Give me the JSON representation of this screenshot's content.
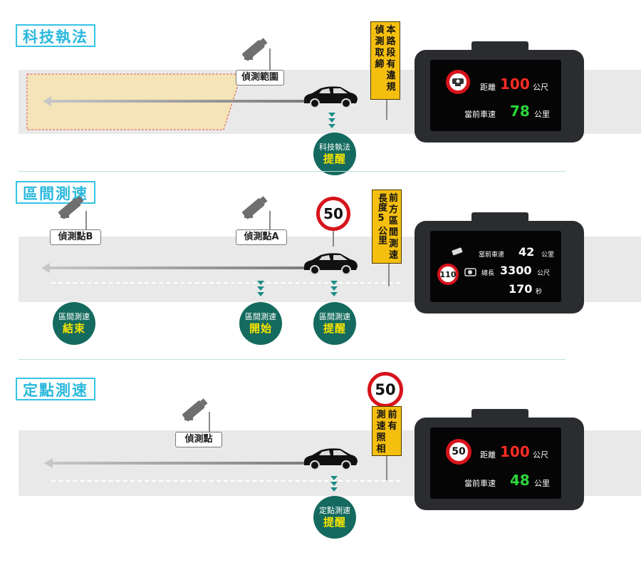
{
  "sections": [
    {
      "title": "科技執法",
      "camera_label": "偵測範圍",
      "yellow_sign_cols": [
        "本路段有違規",
        "偵測取締"
      ],
      "badges": [
        {
          "line1": "科技執法",
          "line2": "提醒"
        }
      ],
      "screen": {
        "distance_label": "距離",
        "distance_value": "100",
        "distance_unit": "公尺",
        "speed_label": "當前車速",
        "speed_value": "78",
        "speed_unit": "公里"
      }
    },
    {
      "title": "區間測速",
      "camera_b_label": "偵測點B",
      "camera_a_label": "偵測點A",
      "speed_limit": "50",
      "yellow_sign_cols": [
        "前方區間測速",
        "長度",
        "5",
        "公里"
      ],
      "badges": [
        {
          "line1": "區間測速",
          "line2": "結束"
        },
        {
          "line1": "區間測速",
          "line2": "開始"
        },
        {
          "line1": "區間測速",
          "line2": "提醒"
        }
      ],
      "screen": {
        "speed_label": "當前車速",
        "speed_value": "42",
        "speed_unit": "公里",
        "length_label": "總長",
        "length_value": "3300",
        "length_unit": "公尺",
        "time_value": "170",
        "time_unit": "秒",
        "limit_sign": "110"
      }
    },
    {
      "title": "定點測速",
      "camera_label": "偵測點",
      "speed_limit": "50",
      "yellow_sign_cols": [
        "前有",
        "測速照相"
      ],
      "badges": [
        {
          "line1": "定點測速",
          "line2": "提醒"
        }
      ],
      "screen": {
        "limit_sign": "50",
        "distance_label": "距離",
        "distance_value": "100",
        "distance_unit": "公尺",
        "speed_label": "當前車速",
        "speed_value": "48",
        "speed_unit": "公里"
      }
    }
  ],
  "colors": {
    "title": "#2ab8dd",
    "badge": "#146a5e",
    "badge_highlight": "#f7e400",
    "yellow_sign": "#f5bf10",
    "detection_zone": "#f5e4b7",
    "speed_red": "#ff2b25",
    "speed_green": "#2cd63a"
  },
  "icons": [
    "speed-camera-icon",
    "car-icon",
    "down-arrows-icon",
    "camera-warning-icon"
  ]
}
